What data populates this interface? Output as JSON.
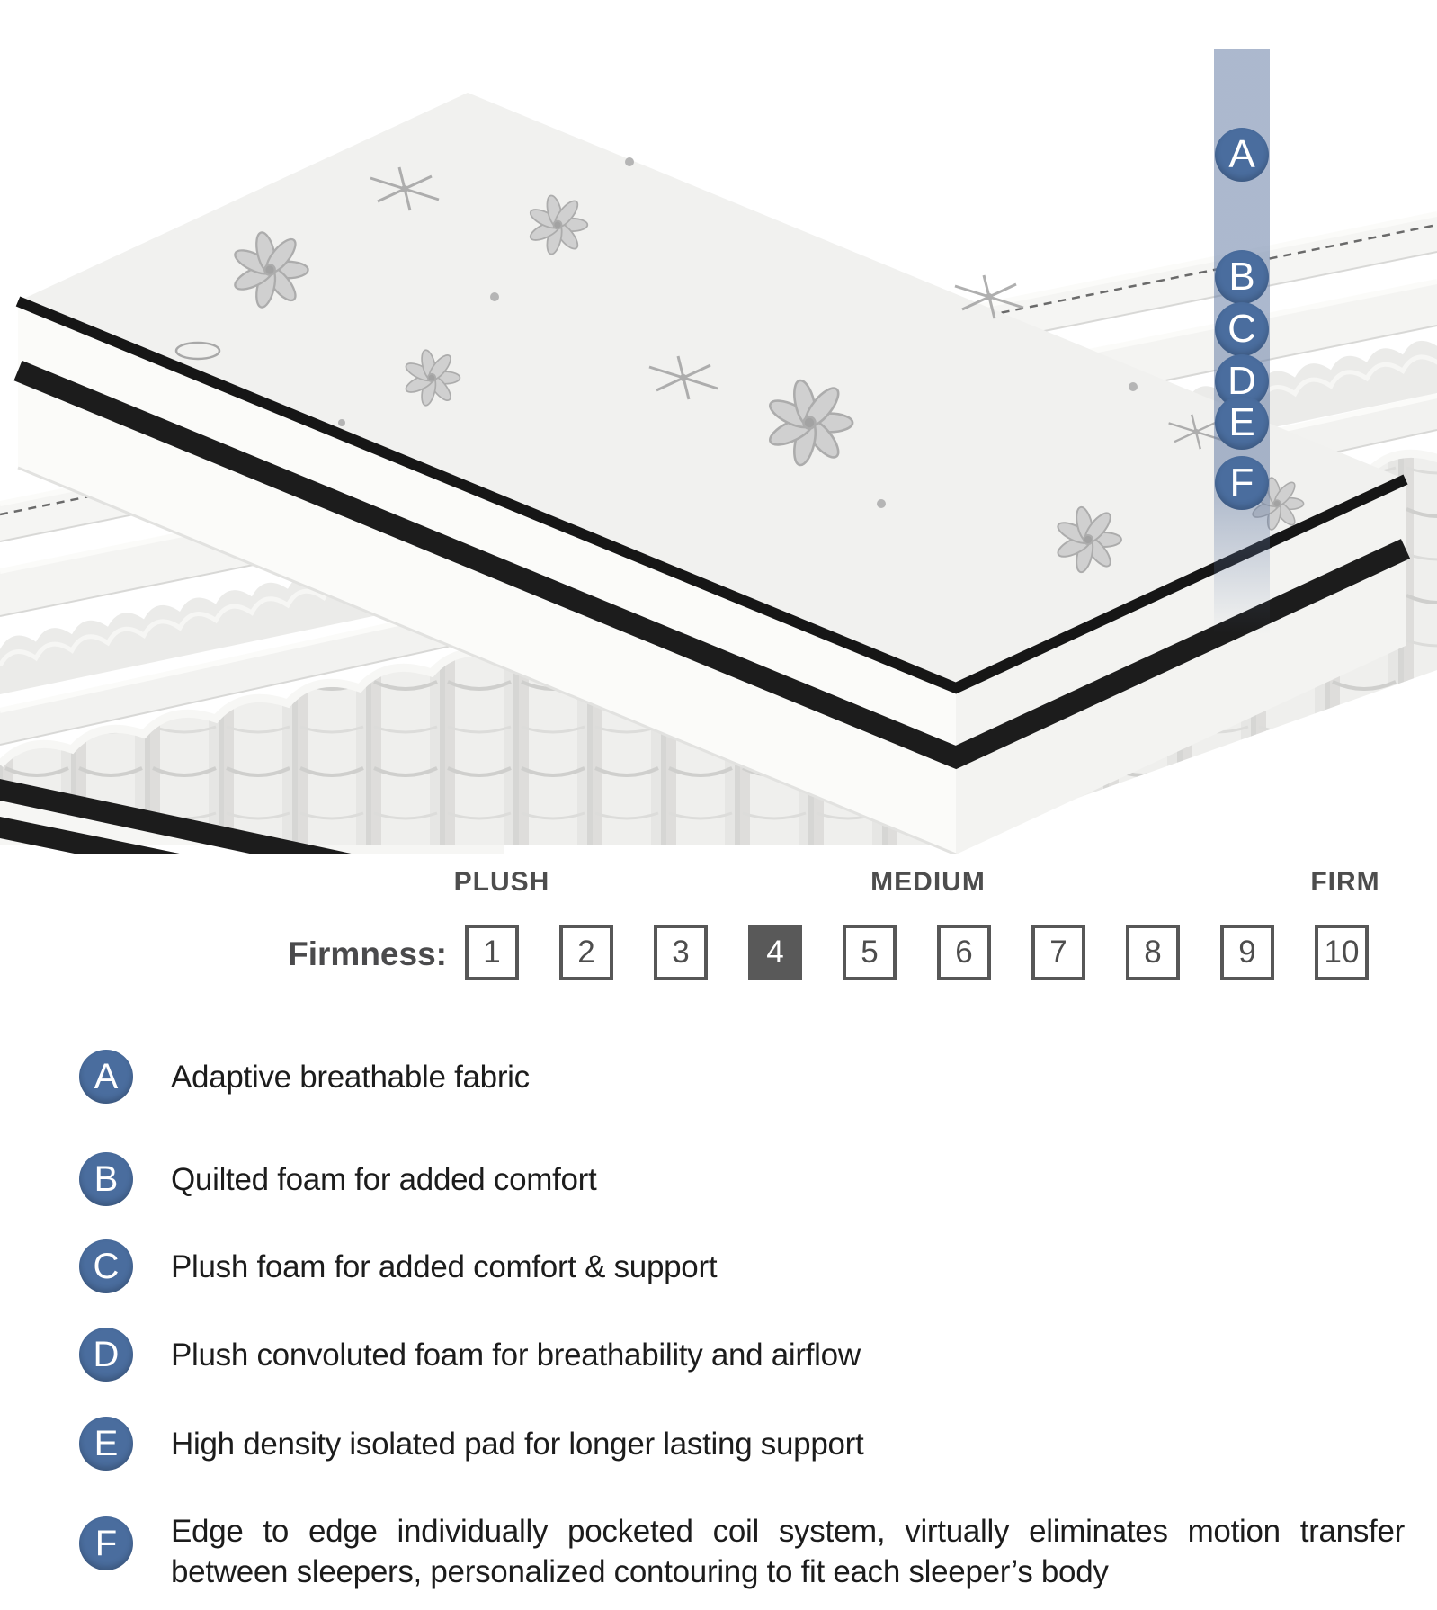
{
  "band": {
    "letters": [
      "A",
      "B",
      "C",
      "D",
      "E",
      "F"
    ]
  },
  "firmness_scale": {
    "label": "Firmness:",
    "selected_value": "4",
    "range_labels": [
      {
        "text": "PLUSH"
      },
      {
        "text": "MEDIUM"
      },
      {
        "text": "FIRM"
      }
    ],
    "boxes": [
      {
        "value": "1"
      },
      {
        "value": "2"
      },
      {
        "value": "3"
      },
      {
        "value": "4"
      },
      {
        "value": "5"
      },
      {
        "value": "6"
      },
      {
        "value": "7"
      },
      {
        "value": "8"
      },
      {
        "value": "9"
      },
      {
        "value": "10"
      }
    ]
  },
  "legend": {
    "items": [
      {
        "letter": "A",
        "description": "Adaptive breathable fabric"
      },
      {
        "letter": "B",
        "description": "Quilted foam for added comfort"
      },
      {
        "letter": "C",
        "description": "Plush foam for added comfort & support"
      },
      {
        "letter": "D",
        "description": "Plush convoluted foam for breathability and airflow"
      },
      {
        "letter": "E",
        "description": "High density isolated pad for longer lasting support"
      },
      {
        "letter": "F",
        "description": "Edge to edge individually pocketed coil system, virtually eliminates motion transfer between sleepers, personalized contouring to fit each sleeper’s body"
      }
    ]
  },
  "colors": {
    "accent_blue": "#4a6d9e",
    "band_blue": "#6078a2",
    "box_border": "#575757",
    "box_active_bg": "#595959",
    "label_gray": "#4d4d4d",
    "text_dark": "#1c1c1c",
    "piping_black": "#1a1a1a"
  }
}
